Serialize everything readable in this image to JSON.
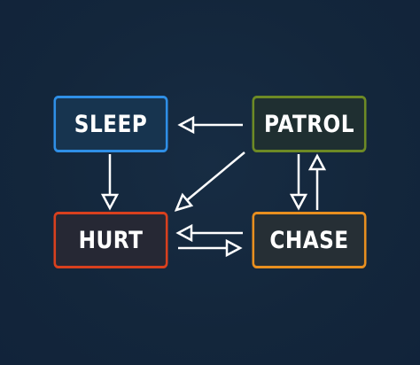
{
  "colors": {
    "sleep": "#2f8fe6",
    "patrol": "#6d8a25",
    "hurt": "#d8401e",
    "chase": "#e88f1f",
    "arrow": "#ffffff"
  },
  "states": {
    "sleep": "SLEEP",
    "patrol": "PATROL",
    "hurt": "HURT",
    "chase": "CHASE"
  },
  "transitions": [
    {
      "from": "PATROL",
      "to": "SLEEP"
    },
    {
      "from": "PATROL",
      "to": "HURT"
    },
    {
      "from": "SLEEP",
      "to": "HURT"
    },
    {
      "from": "PATROL",
      "to": "CHASE"
    },
    {
      "from": "CHASE",
      "to": "PATROL"
    },
    {
      "from": "CHASE",
      "to": "HURT"
    },
    {
      "from": "HURT",
      "to": "CHASE"
    }
  ]
}
